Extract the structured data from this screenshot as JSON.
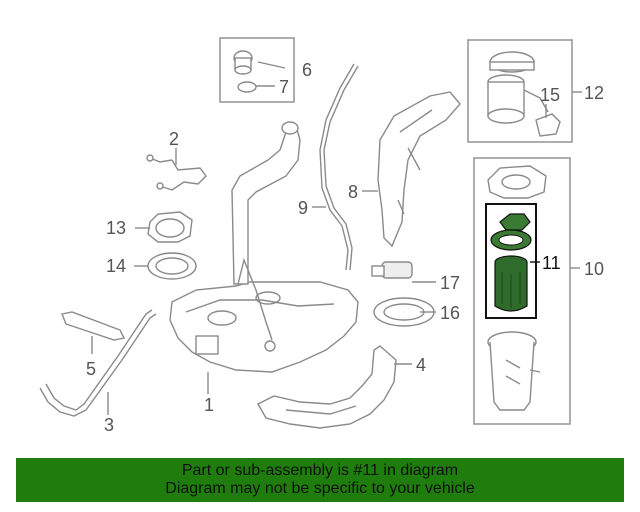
{
  "callouts": {
    "c1": "1",
    "c2": "2",
    "c3": "3",
    "c4": "4",
    "c5": "5",
    "c6": "6",
    "c7": "7",
    "c8": "8",
    "c9": "9",
    "c10": "10",
    "c11": "11",
    "c12": "12",
    "c13": "13",
    "c14": "14",
    "c15": "15",
    "c16": "16",
    "c17": "17"
  },
  "banner": {
    "line1": "Part or sub-assembly is #11 in diagram",
    "line2": "Diagram may not be specific to your vehicle"
  },
  "colors": {
    "banner_bg": "#1e7d0c",
    "highlight_part": "#2f6b2a",
    "line_art": "#8a8a8a"
  }
}
